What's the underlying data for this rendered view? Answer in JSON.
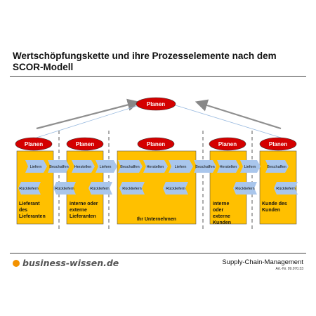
{
  "title": "Wertschöpfungskette und ihre Prozesselemente nach dem SCOR-Modell",
  "colors": {
    "plan": "#d40000",
    "box": "#ffc000",
    "arrow": "#8ab4e8",
    "divider": "#888888",
    "brand": "#f39200"
  },
  "top_plan": "Planen",
  "stages": [
    {
      "plan": "Planen",
      "label": "Lieferant des Lieferanten",
      "top": [
        "Liefern"
      ],
      "bottom": [
        "Rückliefern"
      ]
    },
    {
      "plan": "Planen",
      "label": "interne oder externe Lieferanten",
      "top": [
        "Herstellen",
        "Liefern"
      ],
      "bottom": [
        "Rückliefern",
        "Rückliefern"
      ]
    },
    {
      "plan": "Planen",
      "label": "Ihr Unternehmen",
      "top": [
        "Beschaffen",
        "Herstellen",
        "Liefern"
      ],
      "bottom": [
        "Rückliefern",
        "Rückliefern"
      ]
    },
    {
      "plan": "Planen",
      "label": "interne oder externe Kunden",
      "top": [
        "Herstellen",
        "Liefern"
      ],
      "bottom": [
        "Rückliefern"
      ]
    },
    {
      "plan": "Planen",
      "label": "Kunde des Kunden",
      "top": [
        "Beschaffen"
      ],
      "bottom": [
        "Rückliefern"
      ]
    }
  ],
  "connectors": [
    "Beschaffen",
    "Beschaffen"
  ],
  "footer": {
    "brand": "business-wissen.de",
    "title": "Supply-Chain-Management",
    "art_nr": "Art.-Nr. 99.070.33"
  }
}
